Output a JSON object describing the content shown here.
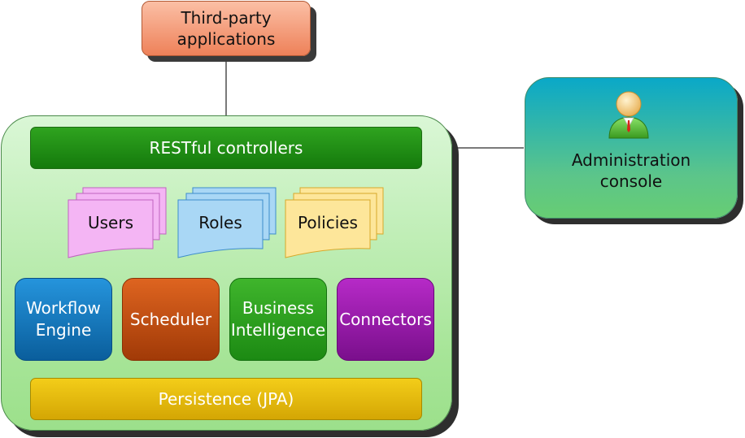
{
  "third_party": {
    "label_line1": "Third-party",
    "label_line2": "applications"
  },
  "restful": {
    "label": "RESTful controllers"
  },
  "documents": [
    {
      "label": "Users",
      "color": "#f4b5f4",
      "stroke": "#c063c0"
    },
    {
      "label": "Roles",
      "color": "#a9d7f5",
      "stroke": "#3d8ccc"
    },
    {
      "label": "Policies",
      "color": "#fde69a",
      "stroke": "#d8a82a"
    }
  ],
  "modules": {
    "workflow": {
      "line1": "Workflow",
      "line2": "Engine"
    },
    "scheduler": {
      "line1": "Scheduler"
    },
    "bi": {
      "line1": "Business",
      "line2": "Intelligence"
    },
    "connectors": {
      "line1": "Connectors"
    }
  },
  "persistence": {
    "label": "Persistence (JPA)"
  },
  "admin": {
    "label_line1": "Administration",
    "label_line2": "console",
    "icon": "user-icon"
  },
  "colors": {
    "third_party": "#ef8a62",
    "container": "#b3eaa7",
    "restful": "#1f8c14",
    "persistence": "#e2b80b",
    "workflow": "#1578c0",
    "scheduler": "#c24f12",
    "bi": "#2ea21f",
    "connectors": "#9a1aac",
    "admin": "#3dbaa4",
    "connector_line": "#808080"
  }
}
